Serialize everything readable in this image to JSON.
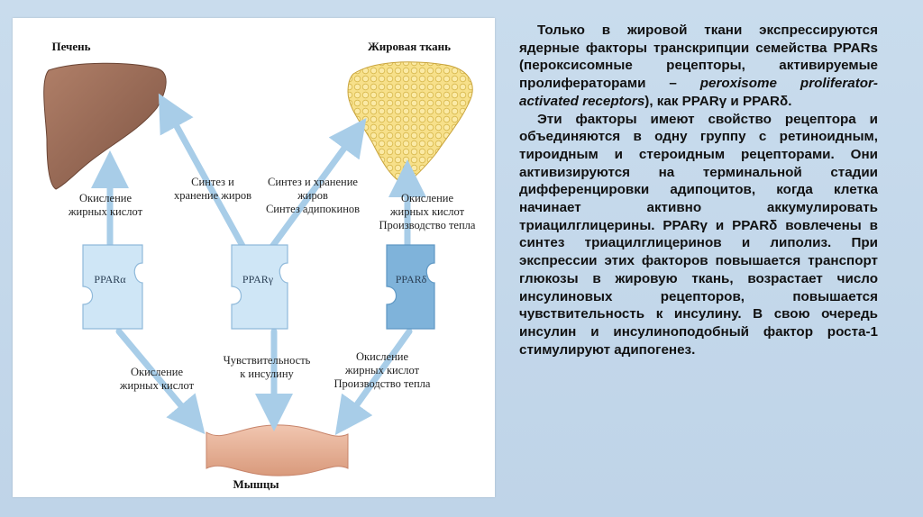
{
  "figure": {
    "liver_label": "Печень",
    "adipose_label": "Жировая ткань",
    "muscle_label": "Мышцы",
    "ppar_alpha": "PPARα",
    "ppar_gamma": "PPARγ",
    "ppar_delta": "PPARδ",
    "alpha_to_liver": [
      "Окисление",
      "жирных кислот"
    ],
    "gamma_to_liver": [
      "Синтез и",
      "хранение жиров"
    ],
    "gamma_to_adipose": [
      "Синтез и хранение",
      "жиров",
      "Синтез адипокинов"
    ],
    "delta_to_adipose": [
      "Окисление",
      "жирных кислот",
      "Производство тепла"
    ],
    "alpha_to_muscle": [
      "Окисление",
      "жирных кислот"
    ],
    "gamma_to_muscle": [
      "Чувствительность",
      "к инсулину"
    ],
    "delta_to_muscle": [
      "Окисление",
      "жирных кислот",
      "Производство тепла"
    ],
    "colors": {
      "arrow": "#a8cde8",
      "liver": "#9a6a55",
      "adipose": "#f7e08a",
      "muscle": "#e9b49a",
      "ppar_light": "#cfe6f6",
      "ppar_dark": "#7fb3da"
    }
  },
  "text": {
    "p1_a": "Только в жировой ткани экспрессируются ядерные факторы транскрипции семейства PPARs (пероксисомные рецепторы, активируемые пролифераторами – ",
    "p1_italic": "peroxisome proliferator-activated receptors",
    "p1_b": "), как PPARγ и PPARδ.",
    "p2": "Эти факторы имеют свойство рецептора и объединяются в одну группу с ретиноидным, тироидным и стероидным рецепторами. Они активизируются на терминальной стадии дифференцировки адипоцитов, когда клетка начинает активно аккумулировать триацилглицерины. PPARγ и PPARδ вовлечены в синтез триацилглицеринов и липолиз. При экспрессии этих факторов повышается транспорт глюкозы в жировую ткань, возрастает число инсулиновых рецепторов, повышается чувствительность к инсулину. В свою очередь инсулин и инсулиноподобный фактор роста-1 стимулируют адипогенез."
  }
}
